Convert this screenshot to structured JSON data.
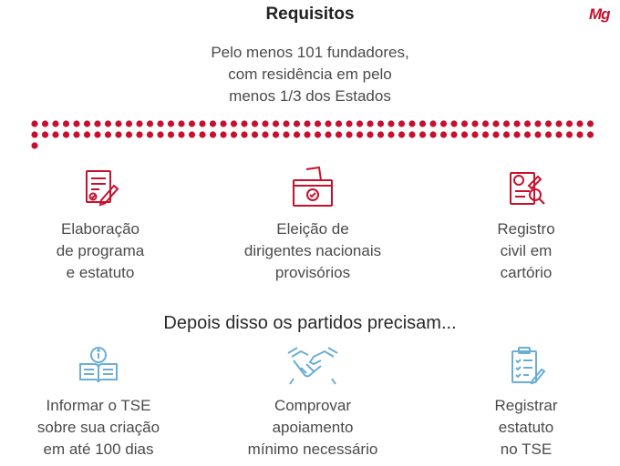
{
  "header": {
    "title": "Requisitos",
    "logo": "Mg"
  },
  "intro": {
    "lines": [
      "Pelo menos 101 fundadores,",
      "com residência em pelo",
      "menos 1/3 dos Estados"
    ]
  },
  "colors": {
    "accent": "#c8102e",
    "icon_blue": "#6aaed6",
    "text": "#4a4a4a"
  },
  "requirements": [
    {
      "icon": "document-pen-icon",
      "lines": [
        "Elaboração",
        "de programa",
        "e estatuto"
      ]
    },
    {
      "icon": "ballot-box-icon",
      "lines": [
        "Eleição de",
        "dirigentes nacionais",
        "provisórios"
      ]
    },
    {
      "icon": "registry-stamp-icon",
      "lines": [
        "Registro",
        "civil em",
        "cartório"
      ]
    }
  ],
  "after": {
    "heading": "Depois disso os partidos precisam...",
    "items": [
      {
        "icon": "info-book-icon",
        "lines": [
          "Informar o TSE",
          "sobre sua criação",
          "em até 100 dias"
        ]
      },
      {
        "icon": "handshake-icon",
        "lines": [
          "Comprovar",
          "apoiamento",
          "mínimo necessário"
        ]
      },
      {
        "icon": "clipboard-checklist-icon",
        "lines": [
          "Registrar",
          "estatuto",
          "no TSE"
        ]
      }
    ]
  }
}
